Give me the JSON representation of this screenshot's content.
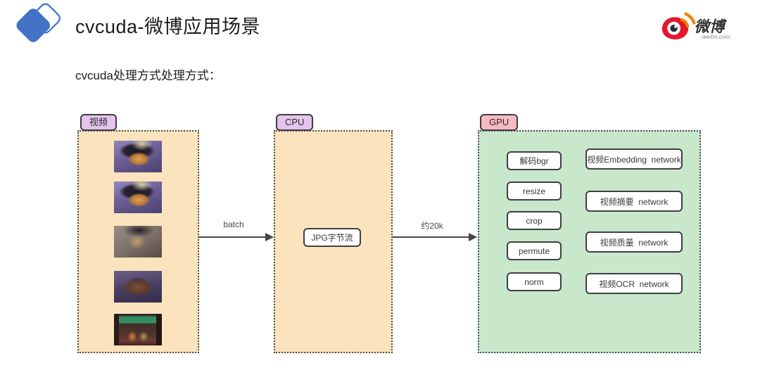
{
  "header": {
    "title": "cvcuda-微博应用场景",
    "logo_icon": "double-diamond-logo",
    "weibo": {
      "icon": "weibo-eye-icon",
      "brand": "微博",
      "domain": "weibo.com"
    }
  },
  "subtitle": "cvcuda处理方式处理方式：",
  "video": {
    "label": "视频",
    "frames": [
      "movie-still-cat-hat-1",
      "movie-still-cat-hat-2",
      "movie-still-character-hat",
      "movie-still-dark-house",
      "movie-still-green-sign-scene"
    ]
  },
  "cpu": {
    "label": "CPU",
    "node": "JPG字节流"
  },
  "gpu": {
    "label": "GPU",
    "ops": [
      "解码bgr",
      "resize",
      "crop",
      "permute",
      "norm"
    ],
    "networks": [
      "视频Embedding  network",
      "视频摘要  network",
      "视频质量  network",
      "视频OCR  network"
    ]
  },
  "arrows": [
    {
      "label": "batch"
    },
    {
      "label": "约20k"
    }
  ],
  "colors": {
    "box_peach": "#FBE3BD",
    "box_green": "#C9E7CB",
    "label_purple": "#E4C5EB",
    "label_pink": "#F8B9C1",
    "border_dark": "#4B4B4B",
    "logo_blue": "#4472C4",
    "weibo_red": "#E6162D",
    "weibo_orange": "#F08300"
  }
}
